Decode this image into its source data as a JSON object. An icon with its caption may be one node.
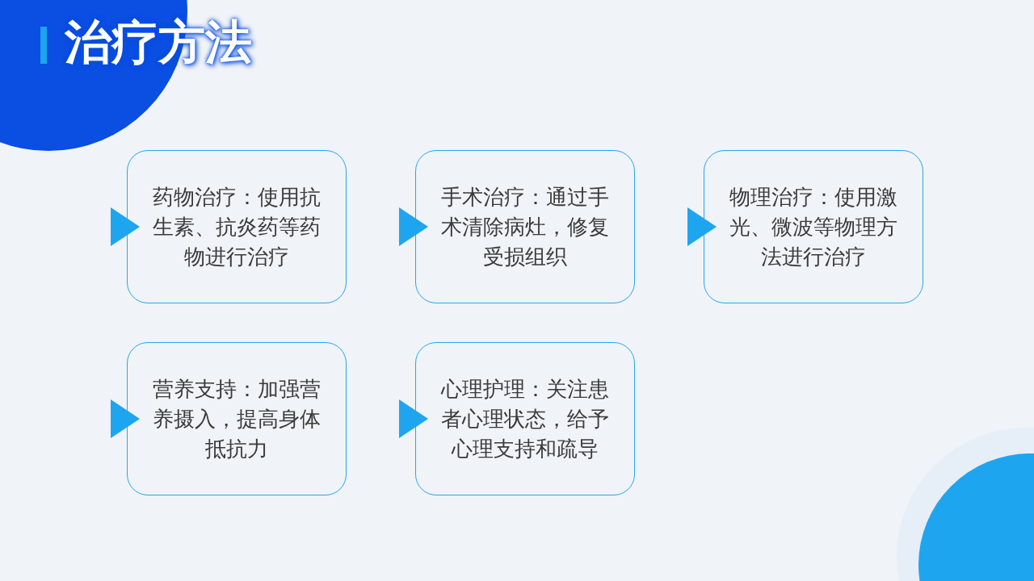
{
  "diagram": {
    "title": "治疗方法",
    "nodes": [
      {
        "text": [
          "药物治疗：使用抗生素、抗炎药等药物进行治疗"
        ]
      },
      {
        "text": [
          "手术治疗：通过手术清除病灶，修复受损组织"
        ]
      },
      {
        "text": [
          "物理治疗：使用激光、微波等物理方法进行治疗"
        ]
      },
      {
        "text": [
          "营养支持：加强营养摄入，提高身体抵抗力"
        ]
      },
      {
        "text": [
          "心理护理：关注患者心理状态，给予心理支持和疏导"
        ]
      }
    ]
  }
}
